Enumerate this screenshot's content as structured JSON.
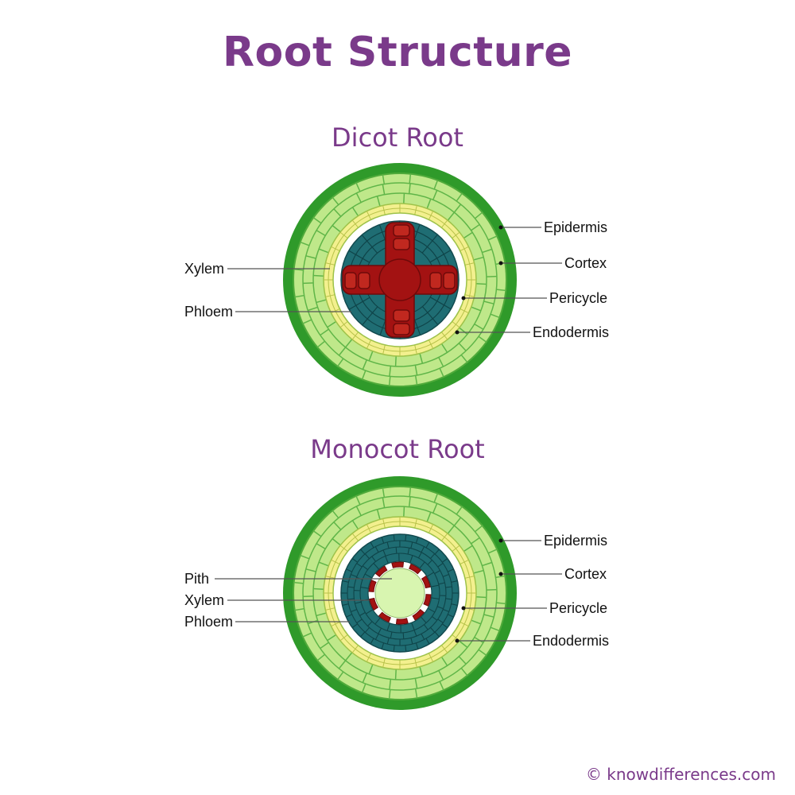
{
  "title": "Root Structure",
  "dicot": {
    "title": "Dicot Root",
    "labels_left": [
      "Xylem",
      "Phloem"
    ],
    "labels_right": [
      "Epidermis",
      "Cortex",
      "Pericycle",
      "Endodermis"
    ]
  },
  "monocot": {
    "title": "Monocot Root",
    "labels_left": [
      "Pith",
      "Xylem",
      "Phloem"
    ],
    "labels_right": [
      "Epidermis",
      "Cortex",
      "Pericycle",
      "Endodermis"
    ]
  },
  "credit": "© knowdifferences.com",
  "colors": {
    "title": "#7a3a8a",
    "epidermis": "#2f9a2a",
    "cortex": "#bfe88a",
    "endodermis": "#f3f08e",
    "pericycle": "#ffffff",
    "phloem": "#1f6d73",
    "xylem": "#a31212",
    "pith": "#d8f5b0"
  }
}
